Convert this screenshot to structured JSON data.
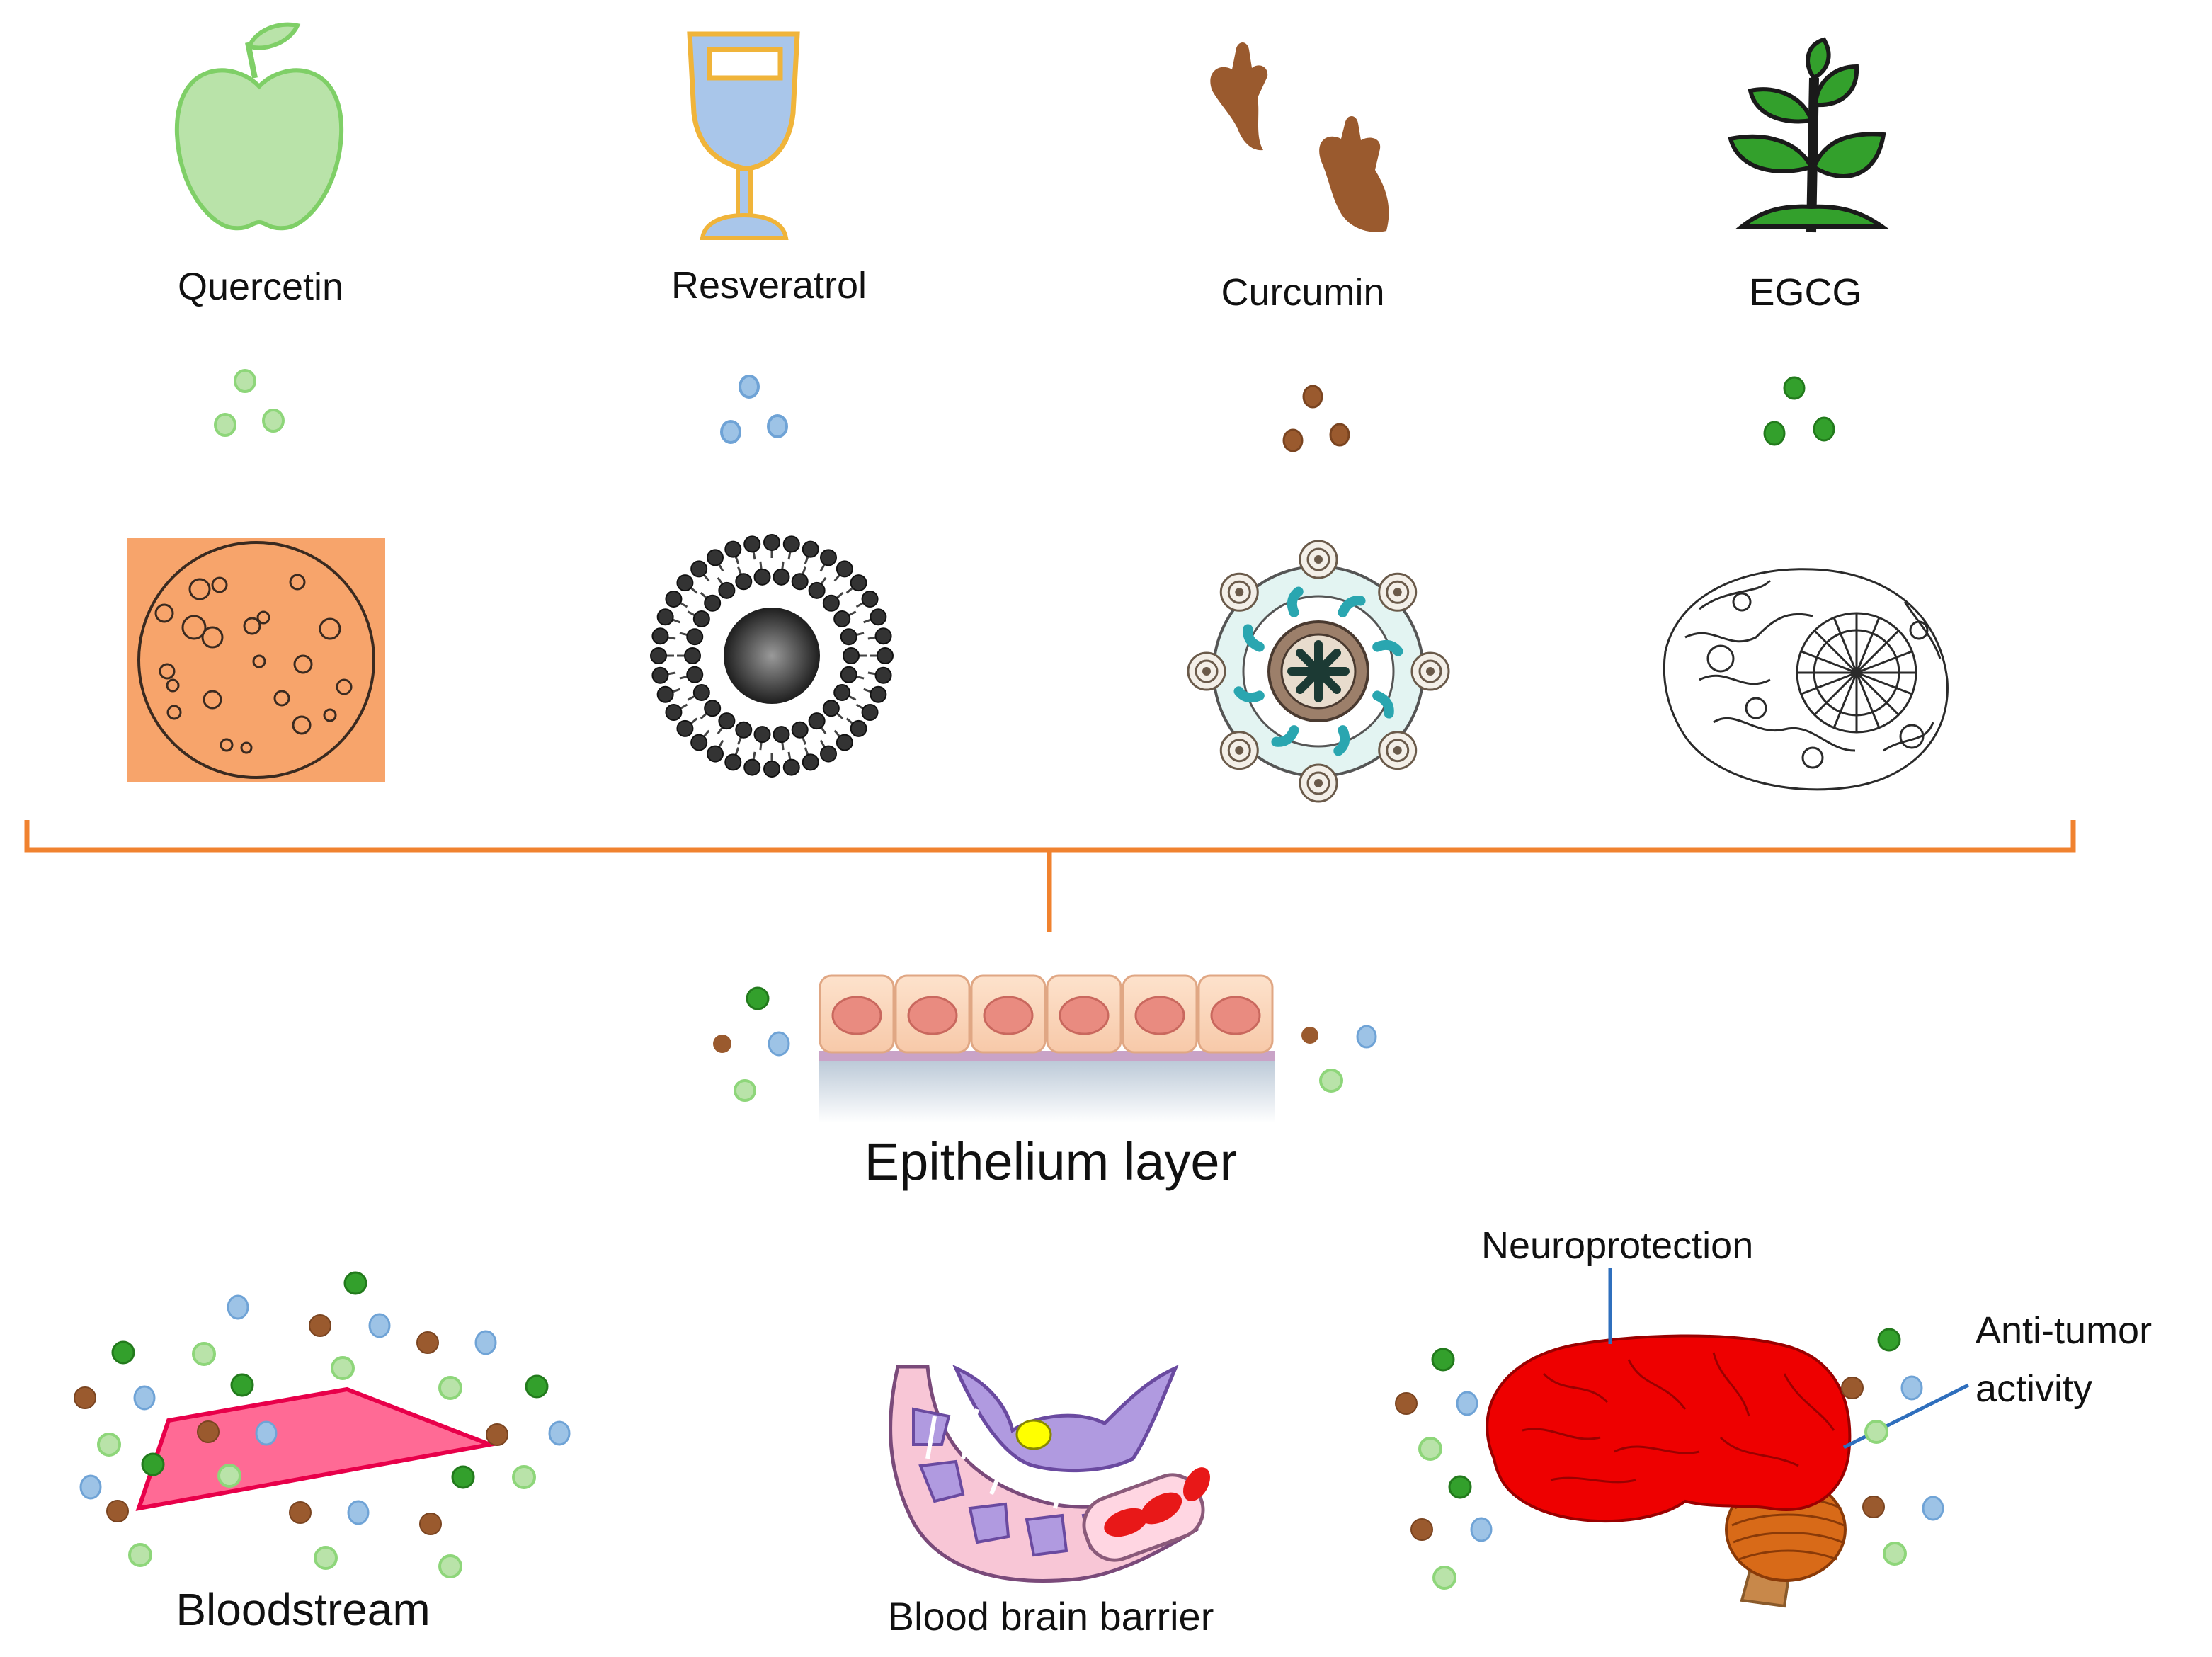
{
  "compounds": [
    {
      "name": "Quercetin",
      "icon": "apple-icon",
      "color": "#8ed67a"
    },
    {
      "name": "Resveratrol",
      "icon": "wine-glass-icon",
      "color": "#9dc3e6"
    },
    {
      "name": "Curcumin",
      "icon": "turmeric-root-icon",
      "color": "#9a5a2e"
    },
    {
      "name": "EGCG",
      "icon": "tea-plant-icon",
      "color": "#33a02c"
    }
  ],
  "nanocarriers": [
    "solid-particle-icon",
    "liposome-icon",
    "nanocapsule-icon",
    "polymer-network-icon"
  ],
  "labels": {
    "epithelium": "Epithelium layer",
    "bloodstream": "Bloodstream",
    "bbb": "Blood brain barrier",
    "neuroprotection": "Neuroprotection",
    "antitumor_line1": "Anti-tumor",
    "antitumor_line2": "activity"
  },
  "colors": {
    "bracket": "#f0822f",
    "brain": "#ee0000",
    "cerebellum": "#d86a18",
    "leader_line": "#2f6fbd",
    "vessel": "#ff5c8a"
  }
}
